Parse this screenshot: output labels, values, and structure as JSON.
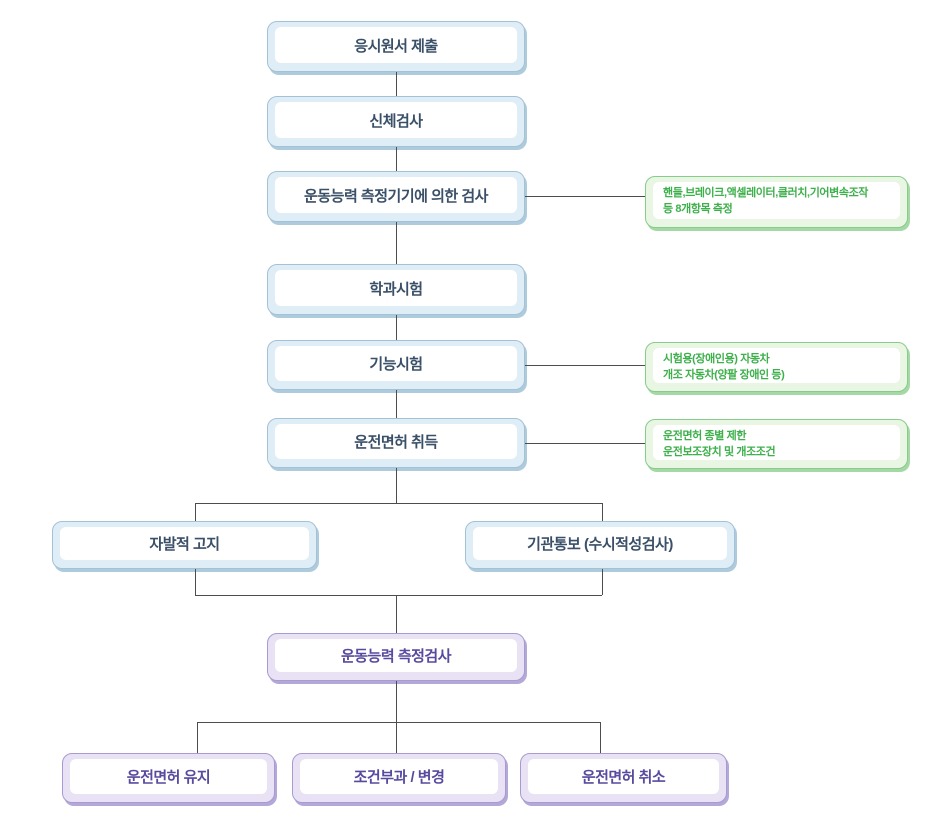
{
  "page": {
    "background": "#ffffff"
  },
  "colors": {
    "blue_border": "#a3c2d6",
    "blue_fill": "#dfedf6",
    "blue_shadow": "#aecbdd",
    "blue_text": "#3a5068",
    "green_border": "#86cc8a",
    "green_fill": "#e8f6e3",
    "green_shadow": "#a5d8a5",
    "green_text": "#3db04b",
    "purple_border": "#a79bd2",
    "purple_fill": "#e8e2f4",
    "purple_shadow": "#b4a8d8",
    "purple_text": "#584a9e",
    "connector": "#4d4d4d"
  },
  "flow": {
    "main_steps": [
      {
        "id": "application_submit",
        "label": "응시원서 제출"
      },
      {
        "id": "physical_exam",
        "label": "신체검사"
      },
      {
        "id": "motor_device_test",
        "label": "운동능력 측정기기에 의한 검사"
      },
      {
        "id": "written_test",
        "label": "학과시험"
      },
      {
        "id": "skill_test",
        "label": "기능시험"
      },
      {
        "id": "license_acquire",
        "label": "운전면허 취득"
      }
    ],
    "notes": [
      {
        "id": "note_motor_items",
        "lines": [
          "핸들,브레이크,액셀레이터,클러치,기어변속조작",
          "등 8개항목 측정"
        ]
      },
      {
        "id": "note_test_vehicle",
        "lines": [
          "시험용(장애인용) 자동차",
          "개조 자동차(양팔 장애인 등)"
        ]
      },
      {
        "id": "note_license_conditions",
        "lines": [
          "운전면허 종별 제한",
          "운전보조장치 및 개조조건"
        ]
      }
    ],
    "report_row": [
      {
        "id": "voluntary_report",
        "label": "자발적 고지"
      },
      {
        "id": "agency_report",
        "label": "기관통보 (수시적성검사)"
      }
    ],
    "retest": {
      "id": "motor_ability_test",
      "label": "운동능력 측정검사"
    },
    "outcomes": [
      {
        "id": "license_maintain",
        "label": "운전면허 유지"
      },
      {
        "id": "condition_change",
        "label": "조건부과 / 변경"
      },
      {
        "id": "license_revoke",
        "label": "운전면허 취소"
      }
    ]
  }
}
